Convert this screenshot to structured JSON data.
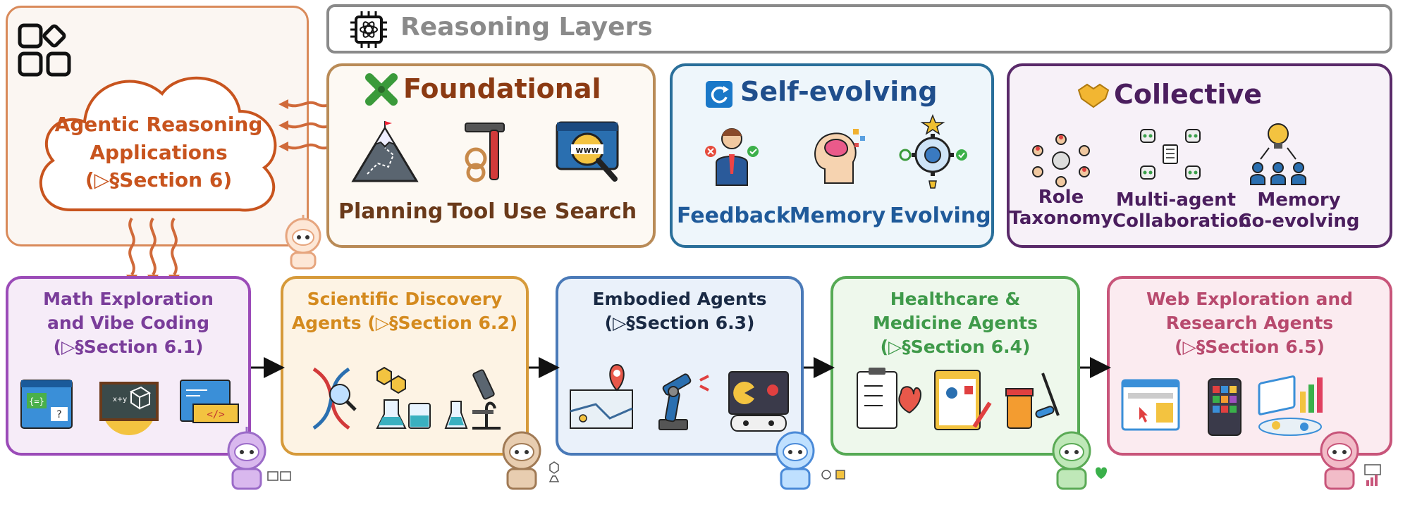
{
  "reasoning_layers": {
    "title": "Reasoning Layers"
  },
  "applications": {
    "line1": "Agentic Reasoning",
    "line2": "Applications",
    "line3": "(▷§Section 6)"
  },
  "foundational": {
    "title": "Foundational",
    "items": [
      "Planning",
      "Tool Use",
      "Search"
    ],
    "color": "#8b3a12"
  },
  "self_evolving": {
    "title": "Self-evolving",
    "items": [
      "Feedback",
      "Memory",
      "Evolving"
    ],
    "color": "#1f4e8c"
  },
  "collective": {
    "title": "Collective",
    "items": [
      {
        "l1": "Role",
        "l2": "Taxonomy"
      },
      {
        "l1": "Multi-agent",
        "l2": "Collaboration"
      },
      {
        "l1": "Memory",
        "l2": "Co-evolving"
      }
    ],
    "color": "#4b1e5e"
  },
  "agents": [
    {
      "l1": "Math Exploration",
      "l2": "and Vibe Coding",
      "l3": "(▷§Section 6.1)",
      "color": "#7a3d9a",
      "border": "#9b4bb8",
      "bg": "#f6ecf8"
    },
    {
      "l1": "Scientific Discovery",
      "l2": "Agents (▷§Section 6.2)",
      "l3": "",
      "color": "#d48a1e",
      "border": "#d69a3a",
      "bg": "#fdf3e4"
    },
    {
      "l1": "Embodied Agents",
      "l2": "(▷§Section 6.3)",
      "l3": "",
      "color": "#1a2a44",
      "border": "#4a7ab8",
      "bg": "#eaf1fa"
    },
    {
      "l1": "Healthcare &",
      "l2": "Medicine Agents",
      "l3": "(▷§Section 6.4)",
      "color": "#3f9a4a",
      "border": "#56aa55",
      "bg": "#eef8ec"
    },
    {
      "l1": "Web Exploration and",
      "l2": "Research Agents",
      "l3": "(▷§Section 6.5)",
      "color": "#b84a6e",
      "border": "#c8557a",
      "bg": "#fbebf0"
    }
  ]
}
